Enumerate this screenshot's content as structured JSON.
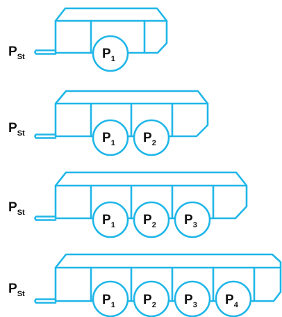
{
  "trailers": [
    {
      "id": "trailer-1",
      "hitch_label": {
        "main": "P",
        "sub": "St"
      },
      "wheels": [
        {
          "main": "P",
          "sub": "1"
        }
      ]
    },
    {
      "id": "trailer-2",
      "hitch_label": {
        "main": "P",
        "sub": "St"
      },
      "wheels": [
        {
          "main": "P",
          "sub": "1"
        },
        {
          "main": "P",
          "sub": "2"
        }
      ]
    },
    {
      "id": "trailer-3",
      "hitch_label": {
        "main": "P",
        "sub": "St"
      },
      "wheels": [
        {
          "main": "P",
          "sub": "1"
        },
        {
          "main": "P",
          "sub": "2"
        },
        {
          "main": "P",
          "sub": "3"
        }
      ]
    },
    {
      "id": "trailer-4",
      "hitch_label": {
        "main": "P",
        "sub": "St"
      },
      "wheels": [
        {
          "main": "P",
          "sub": "1"
        },
        {
          "main": "P",
          "sub": "2"
        },
        {
          "main": "P",
          "sub": "3"
        },
        {
          "main": "P",
          "sub": "4"
        }
      ]
    }
  ],
  "colors": {
    "outline": "#1fb6e8",
    "label": "#111111",
    "background": "#ffffff"
  }
}
